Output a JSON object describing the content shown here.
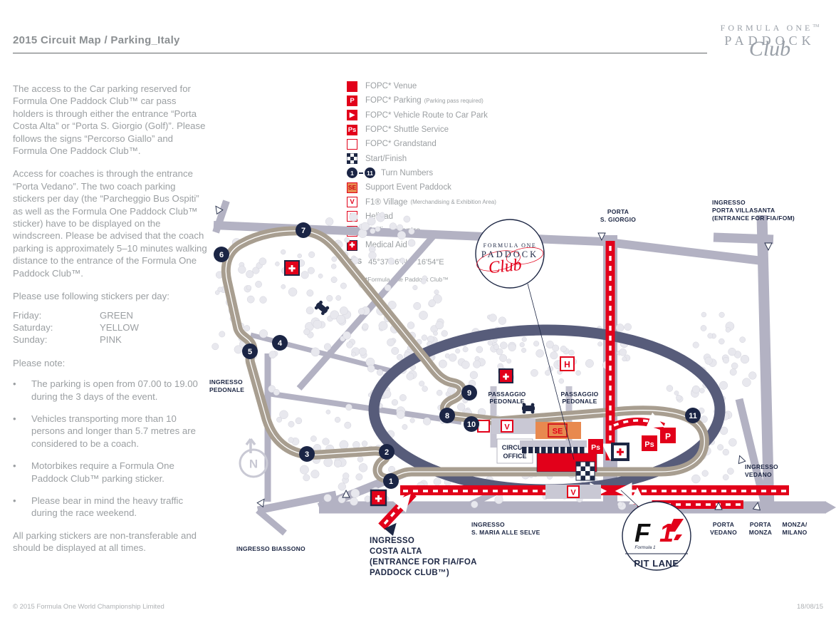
{
  "header": {
    "title": "2015 Circuit Map / Parking_Italy",
    "logo": {
      "line1": "FORMULA ONE",
      "tm": "TM",
      "line2": "PADDOCK",
      "script": "Club"
    }
  },
  "sidebar": {
    "para1": "The access to the Car parking reserved for Formula One Paddock Club™ car pass holders is through either the entrance “Porta Costa Alta” or “Porta S. Giorgio (Golf)”. Please follows the signs “Percorso Giallo” and Formula One Paddock Club™.",
    "para2": "Access for coaches is through the entrance “Porta Vedano”. The two coach parking stickers per day (the “Parcheggio Bus Ospiti” as well as the Formula One Paddock Club™ sticker) have to be displayed on the windscreen. Please be advised that the coach parking is approximately 5–10 minutes walking distance to the entrance of the Formula One Paddock Club™.",
    "stickers_intro": "Please use following stickers per day:",
    "stickers": [
      {
        "day": "Friday:",
        "color": "GREEN"
      },
      {
        "day": "Saturday:",
        "color": "YELLOW"
      },
      {
        "day": "Sunday:",
        "color": "PINK"
      }
    ],
    "note_title": "Please note:",
    "bullet_glyph": "•",
    "bullets": [
      "The parking is open from 07.00 to 19.00 during the 3 days of the event.",
      "Vehicles transporting more than 10 persons and longer than 5.7 metres are considered to be a coach.",
      "Motorbikes require a Formula One Paddock Club™ parking sticker.",
      "Please bear in mind the heavy traffic during the race weekend."
    ],
    "closing": "All parking stickers are non-transferable and should be displayed at all times."
  },
  "legend": {
    "items": [
      {
        "label": "FOPC* Venue",
        "suffix": ""
      },
      {
        "label": "FOPC* Parking",
        "suffix": "(Parking pass required)"
      },
      {
        "label": "FOPC* Vehicle Route to Car Park",
        "suffix": ""
      },
      {
        "label": "FOPC* Shuttle Service",
        "suffix": ""
      },
      {
        "label": "FOPC* Grandstand",
        "suffix": ""
      },
      {
        "label": "Start/Finish",
        "suffix": ""
      },
      {
        "label": "Turn Numbers",
        "suffix": ""
      },
      {
        "label": "Support Event Paddock",
        "suffix": ""
      },
      {
        "label": "F1® Village",
        "suffix": "(Merchandising & Exhibition Area)"
      },
      {
        "label": "Helipad",
        "suffix": ""
      },
      {
        "label": "Medical Centre",
        "suffix": ""
      },
      {
        "label": "Medical Aid",
        "suffix": ""
      }
    ],
    "icon_glyphs": {
      "parking": "P",
      "route_arrow": "▶",
      "shuttle": "Ps",
      "se": "SE",
      "village": "V",
      "helipad": "H",
      "cross": "✚"
    },
    "turn_first": "1",
    "turn_last": "11",
    "gps_label": "GPS",
    "gps_value": "45°37'06″N,9°16'54″E",
    "footnote": "*Formula One Paddock Club™"
  },
  "map": {
    "turns": [
      "1",
      "2",
      "3",
      "4",
      "5",
      "6",
      "7",
      "8",
      "9",
      "10",
      "11"
    ],
    "badges": {
      "p": "P",
      "ps": "Ps",
      "se": "SE",
      "v": "V",
      "h": "H",
      "cross": "✚",
      "n": "N"
    },
    "labels": {
      "porta_s_giorgio": [
        "PORTA",
        "S. GIORGIO"
      ],
      "ingresso_villasanta": [
        "INGRESSO",
        "PORTA VILLASANTA",
        "(ENTRANCE FOR FIA/FOM)"
      ],
      "passaggio_pedonale": [
        "PASSAGGIO",
        "PEDONALE"
      ],
      "circuit_office": [
        "CIRCUIT",
        "OFFICE"
      ],
      "ingresso_pedonale": [
        "INGRESSO",
        "PEDONALE"
      ],
      "ingresso_biassono": "INGRESSO BIASSONO",
      "ingresso_costa_alta": [
        "INGRESSO",
        "COSTA ALTA",
        "(ENTRANCE FOR FIA/FOA",
        "PADDOCK CLUB™)"
      ],
      "ingresso_s_maria": [
        "INGRESSO",
        "S. MARIA ALLE SELVE"
      ],
      "ingresso_vedano": [
        "INGRESSO",
        "VEDANO"
      ],
      "porta_vedano": [
        "PORTA",
        "VEDANO"
      ],
      "porta_monza": [
        "PORTA",
        "MONZA"
      ],
      "monza_milano": [
        "MONZA/",
        "MILANO"
      ]
    },
    "club_circle": {
      "line1": "FORMULA ONE",
      "line2": "PADDOCK",
      "script": "Club"
    },
    "pit_circle": {
      "f": "F",
      "one": "1",
      "formula1": "Formula 1",
      "pit_lane": "PIT LANE"
    }
  },
  "footer": {
    "copyright": "© 2015 Formula One World Championship Limited",
    "date": "18/08/15"
  },
  "colors": {
    "red": "#e2001a",
    "navy": "#1d2744",
    "track": "#a89e90",
    "banking": "#575c7a",
    "road": "#b3b2c3",
    "orange": "#e8894f",
    "tree": "#e8e8ee",
    "text_grey": "#9b9fa2"
  }
}
